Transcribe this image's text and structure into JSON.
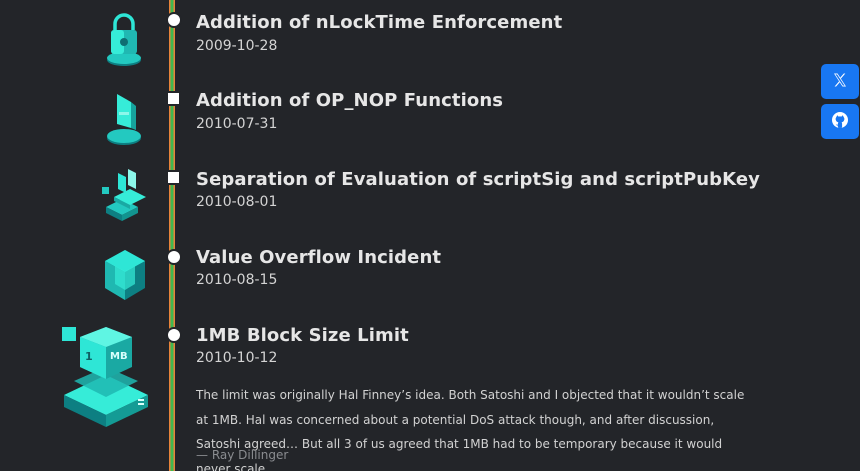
{
  "timeline": {
    "entries": [
      {
        "title": "Addition of nLockTime Enforcement",
        "date": "2009-10-28",
        "icon": "lock-icon",
        "marker": "circle"
      },
      {
        "title": "Addition of OP_NOP Functions",
        "date": "2010-07-31",
        "icon": "flag-icon",
        "marker": "square"
      },
      {
        "title": "Separation of Evaluation of scriptSig and scriptPubKey",
        "date": "2010-08-01",
        "icon": "layers-icon",
        "marker": "square"
      },
      {
        "title": "Value Overflow Incident",
        "date": "2010-08-15",
        "icon": "cube-icon",
        "marker": "circle"
      },
      {
        "title": "1MB Block Size Limit",
        "date": "2010-10-12",
        "icon": "block-1mb-icon",
        "marker": "circle",
        "badge": "1 MB",
        "quote": "The limit was originally Hal Finney’s idea. Both Satoshi and I objected that it wouldn’t scale at 1MB. Hal was concerned about a potential DoS attack though, and after discussion, Satoshi agreed… But all 3 of us agreed that 1MB had to be temporary because it would never scale.",
        "quote_author": "— Ray Dillinger"
      }
    ]
  },
  "social": {
    "x_icon": "x-logo-icon",
    "github_icon": "github-icon",
    "button_color": "#1877f2"
  },
  "colors": {
    "background": "#232529",
    "accent_teal": "#2ee6d6",
    "line_orange": "#e8833a",
    "line_green": "#3fb950"
  }
}
